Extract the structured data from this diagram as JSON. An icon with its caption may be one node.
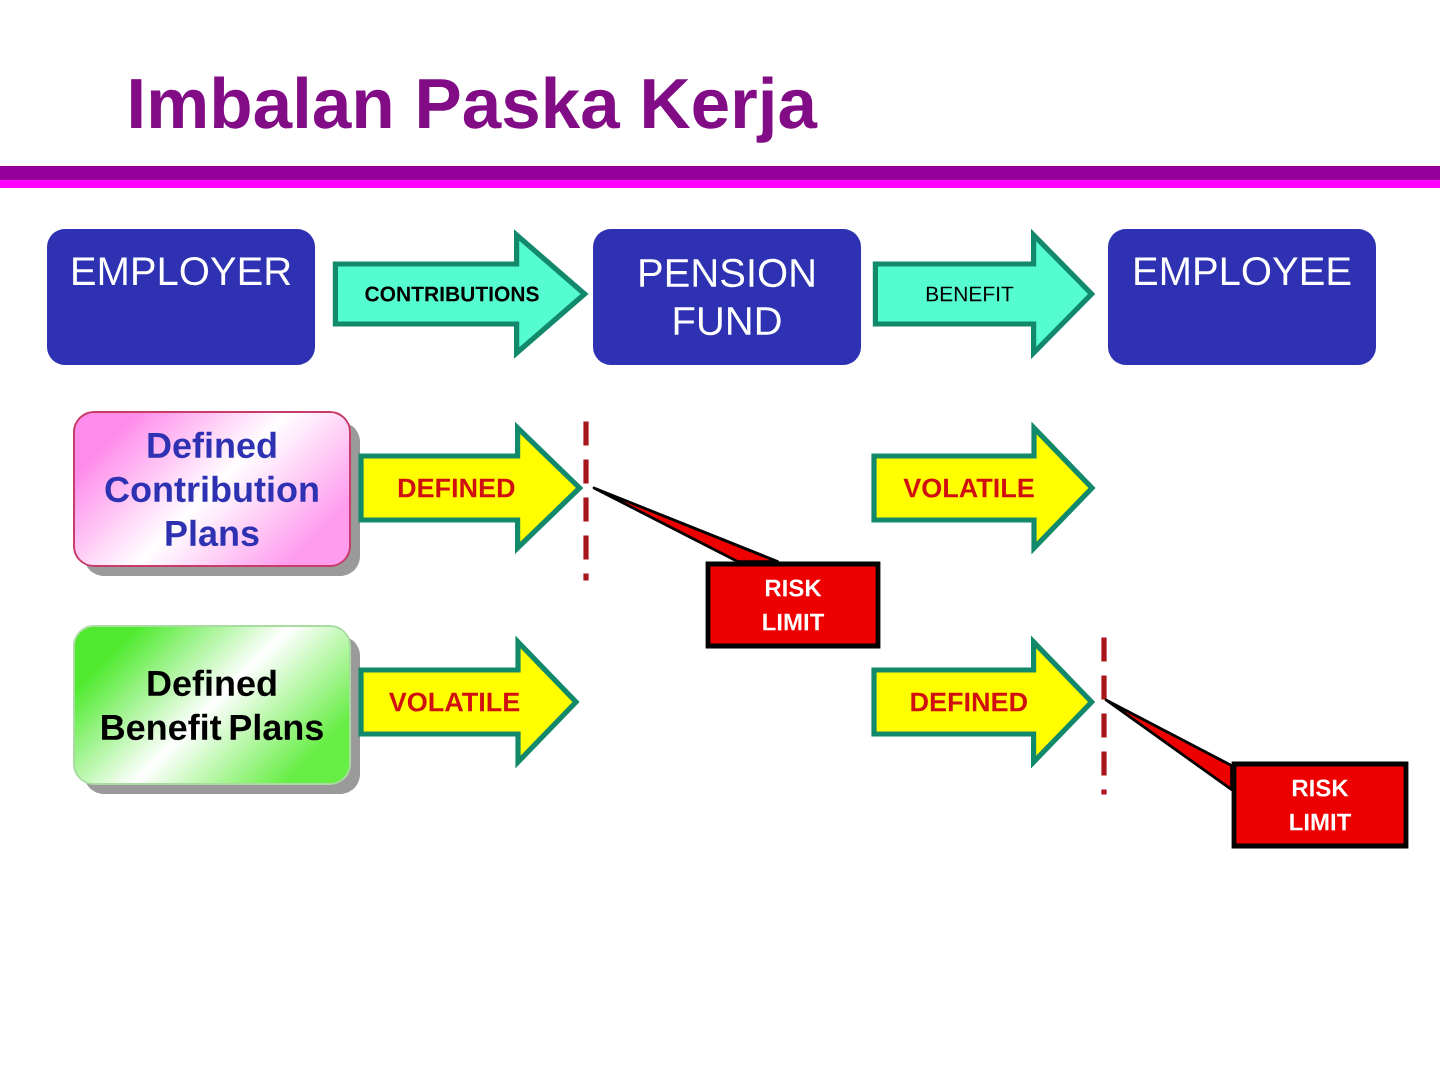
{
  "diagram": {
    "title": "Imbalan Paska Kerja",
    "nodes": [
      {
        "text": [
          "EMPLOYER"
        ]
      },
      {
        "text": [
          "PENSION FUND"
        ]
      },
      {
        "text": [
          "EMPLOYEE"
        ]
      },
      {
        "text": [
          "Defined Contribution Plans"
        ]
      },
      {
        "text": [],
        "shape": "line"
      },
      {
        "text": [
          "VOLATILE"
        ]
      },
      {
        "text": [
          "RISK LIMIT"
        ]
      },
      {
        "text": [
          "Defined Benefit Plans"
        ]
      },
      {
        "text": [],
        "shape": "line"
      },
      {
        "text": [
          "RISK LIMIT"
        ]
      }
    ],
    "edges": [
      {
        "from": 0,
        "to": 1,
        "arrow": "to",
        "label": "CONTRIBUTIONS"
      },
      {
        "from": 1,
        "to": 2,
        "arrow": "to",
        "label": "BENEFIT"
      },
      {
        "from": 3,
        "to": 4,
        "arrow": "to",
        "label": "DEFINED"
      },
      {
        "from": 6,
        "to": 4,
        "arrow": "none"
      },
      {
        "from": 7,
        "to": null,
        "arrow": "to",
        "label": "VOLATILE"
      },
      {
        "from": null,
        "to": 8,
        "arrow": "to",
        "label": "DEFINED"
      },
      {
        "from": 9,
        "to": 8,
        "arrow": "none"
      }
    ]
  }
}
